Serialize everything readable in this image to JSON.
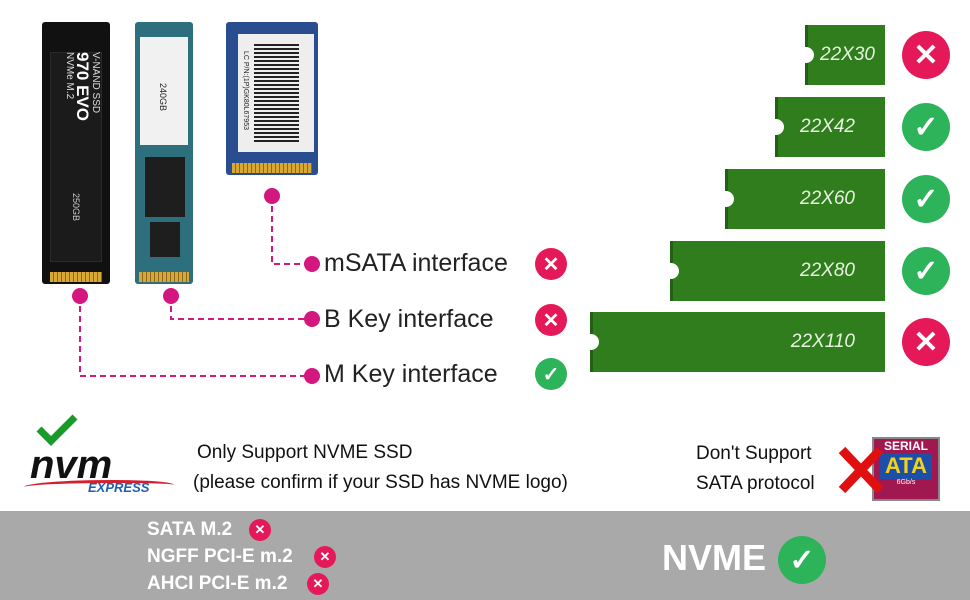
{
  "ssd_cards": {
    "nvme_card_text": [
      "V-NAND SSD",
      "970 EVO",
      "NVMe M.2",
      "250GB"
    ],
    "b_key_card_text": "240GB",
    "msata_card_text": "LC P/N:(1P)GK80L67953"
  },
  "interfaces": [
    {
      "label": "mSATA interface",
      "status": "unsupported"
    },
    {
      "label": "B Key interface",
      "status": "unsupported"
    },
    {
      "label": "M Key interface",
      "status": "supported"
    }
  ],
  "sizes": [
    {
      "label": "22X30",
      "status": "unsupported"
    },
    {
      "label": "22X42",
      "status": "supported"
    },
    {
      "label": "22X60",
      "status": "supported"
    },
    {
      "label": "22X80",
      "status": "supported"
    },
    {
      "label": "22X110",
      "status": "unsupported"
    }
  ],
  "nvme_logo": {
    "main": "nvm",
    "sub": "EXPRESS"
  },
  "support_note": {
    "line1": "Only Support NVME SSD",
    "line2": "(please confirm if your SSD has NVME logo)"
  },
  "sata_note": {
    "line1": "Don't Support",
    "line2": "SATA protocol"
  },
  "sata_logo": {
    "top": "SERIAL",
    "main": "ATA",
    "speed": "6Gb/s"
  },
  "bottom": {
    "unsupported": [
      "SATA M.2",
      "NGFF PCI-E m.2",
      "AHCI PCI-E m.2"
    ],
    "supported": "NVME"
  },
  "colors": {
    "supported": "#2db35a",
    "unsupported": "#e5195a",
    "connector": "#d4167f",
    "card_green": "#2f7d1d",
    "band": "#a9a9a9"
  }
}
